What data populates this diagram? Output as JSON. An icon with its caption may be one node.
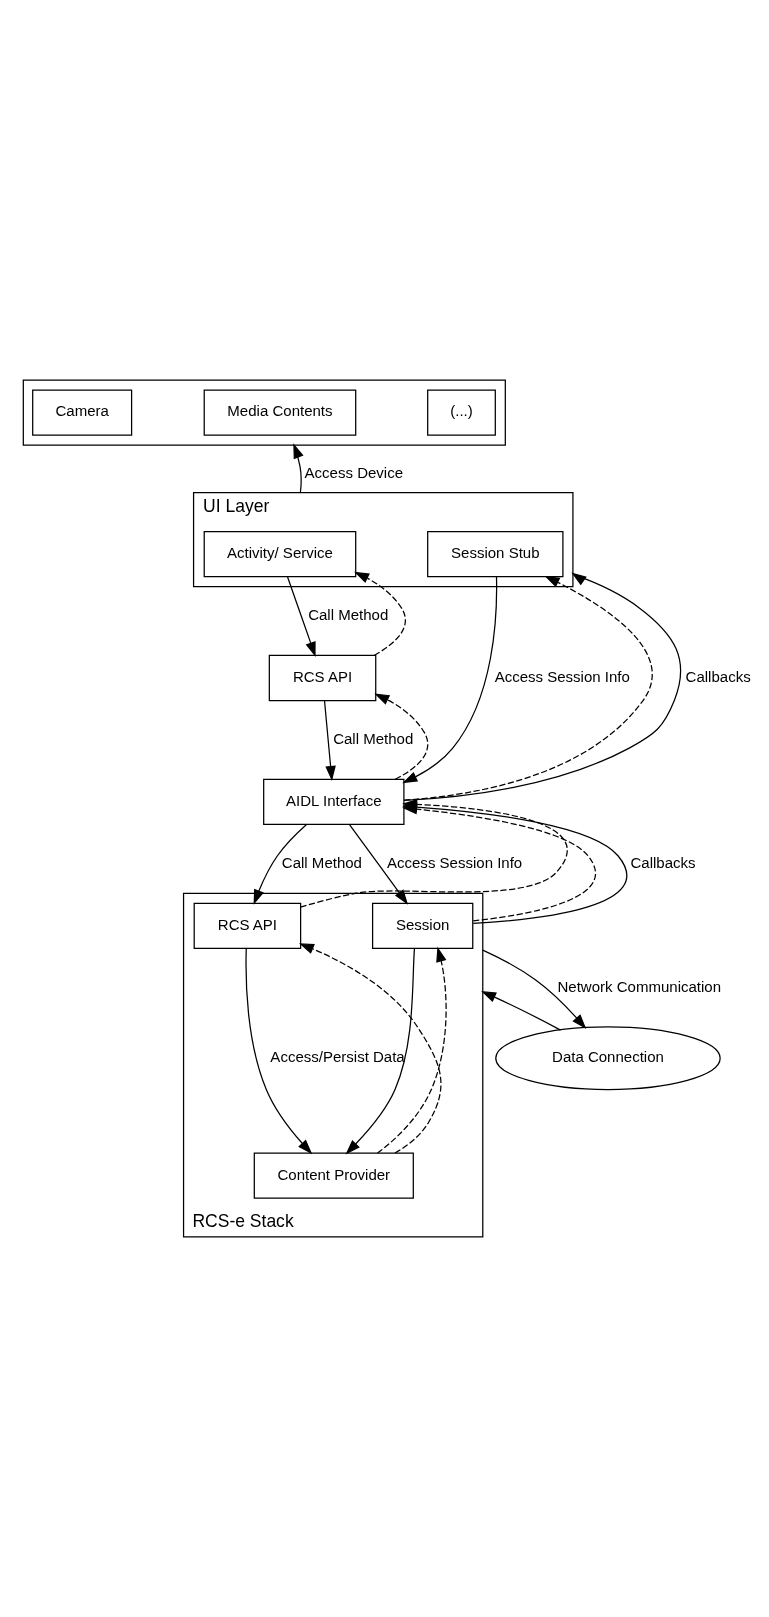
{
  "diagram": {
    "nodes": [
      {
        "text": [],
        "shape": "box"
      },
      {
        "text": [
          "Camera"
        ],
        "in": 0
      },
      {
        "text": [
          "Media Contents"
        ],
        "in": 0
      },
      {
        "text": [
          "(...)"
        ],
        "in": 0
      },
      {
        "text": [
          "UI Layer"
        ]
      },
      {
        "text": [
          "Activity/ Service"
        ],
        "in": 4
      },
      {
        "text": [
          "Session Stub"
        ],
        "in": 4
      },
      {
        "text": [
          "RCS API"
        ]
      },
      {
        "text": [
          "AIDL Interface"
        ]
      },
      {
        "text": [
          "RCS-e Stack"
        ]
      },
      {
        "text": [
          "RCS API"
        ],
        "in": 9
      },
      {
        "text": [
          "Session"
        ],
        "in": 9
      },
      {
        "text": [
          "Content Provider"
        ],
        "in": 9
      },
      {
        "text": [
          "Data Connection"
        ]
      }
    ],
    "edges": [
      {
        "from": 4,
        "to": 0,
        "arrow": "to",
        "label": "Access Device"
      },
      {
        "from": 5,
        "to": 7,
        "arrow": "to",
        "label": "Call Method"
      },
      {
        "from": 7,
        "to": 5,
        "arrow": "to",
        "style": "dashed"
      },
      {
        "from": 6,
        "to": 8,
        "arrow": "to",
        "label": "Access Session Info"
      },
      {
        "from": 8,
        "to": 6,
        "arrow": "to",
        "style": "dashed"
      },
      {
        "from": 8,
        "to": 4,
        "arrow": "to",
        "label": "Callbacks"
      },
      {
        "from": 7,
        "to": 8,
        "arrow": "to",
        "label": "Call Method"
      },
      {
        "from": 8,
        "to": 7,
        "arrow": "to",
        "style": "dashed"
      },
      {
        "from": 8,
        "to": 10,
        "arrow": "to",
        "label": "Call Method"
      },
      {
        "from": 10,
        "to": 8,
        "arrow": "to",
        "style": "dashed"
      },
      {
        "from": 8,
        "to": 11,
        "arrow": "to",
        "label": "Access Session Info"
      },
      {
        "from": 11,
        "to": 8,
        "arrow": "to",
        "style": "dashed"
      },
      {
        "from": 11,
        "to": 8,
        "arrow": "to",
        "label": "Callbacks"
      },
      {
        "from": 10,
        "to": 12,
        "arrow": "to",
        "label": "Access/Persist Data"
      },
      {
        "from": 12,
        "to": 10,
        "arrow": "to",
        "style": "dashed"
      },
      {
        "from": 11,
        "to": 12,
        "arrow": "to"
      },
      {
        "from": 12,
        "to": 11,
        "arrow": "to",
        "style": "dashed"
      },
      {
        "from": 13,
        "to": 9,
        "arrow": "to"
      },
      {
        "from": 9,
        "to": 13,
        "arrow": "to",
        "label": "Network Communication"
      }
    ]
  }
}
